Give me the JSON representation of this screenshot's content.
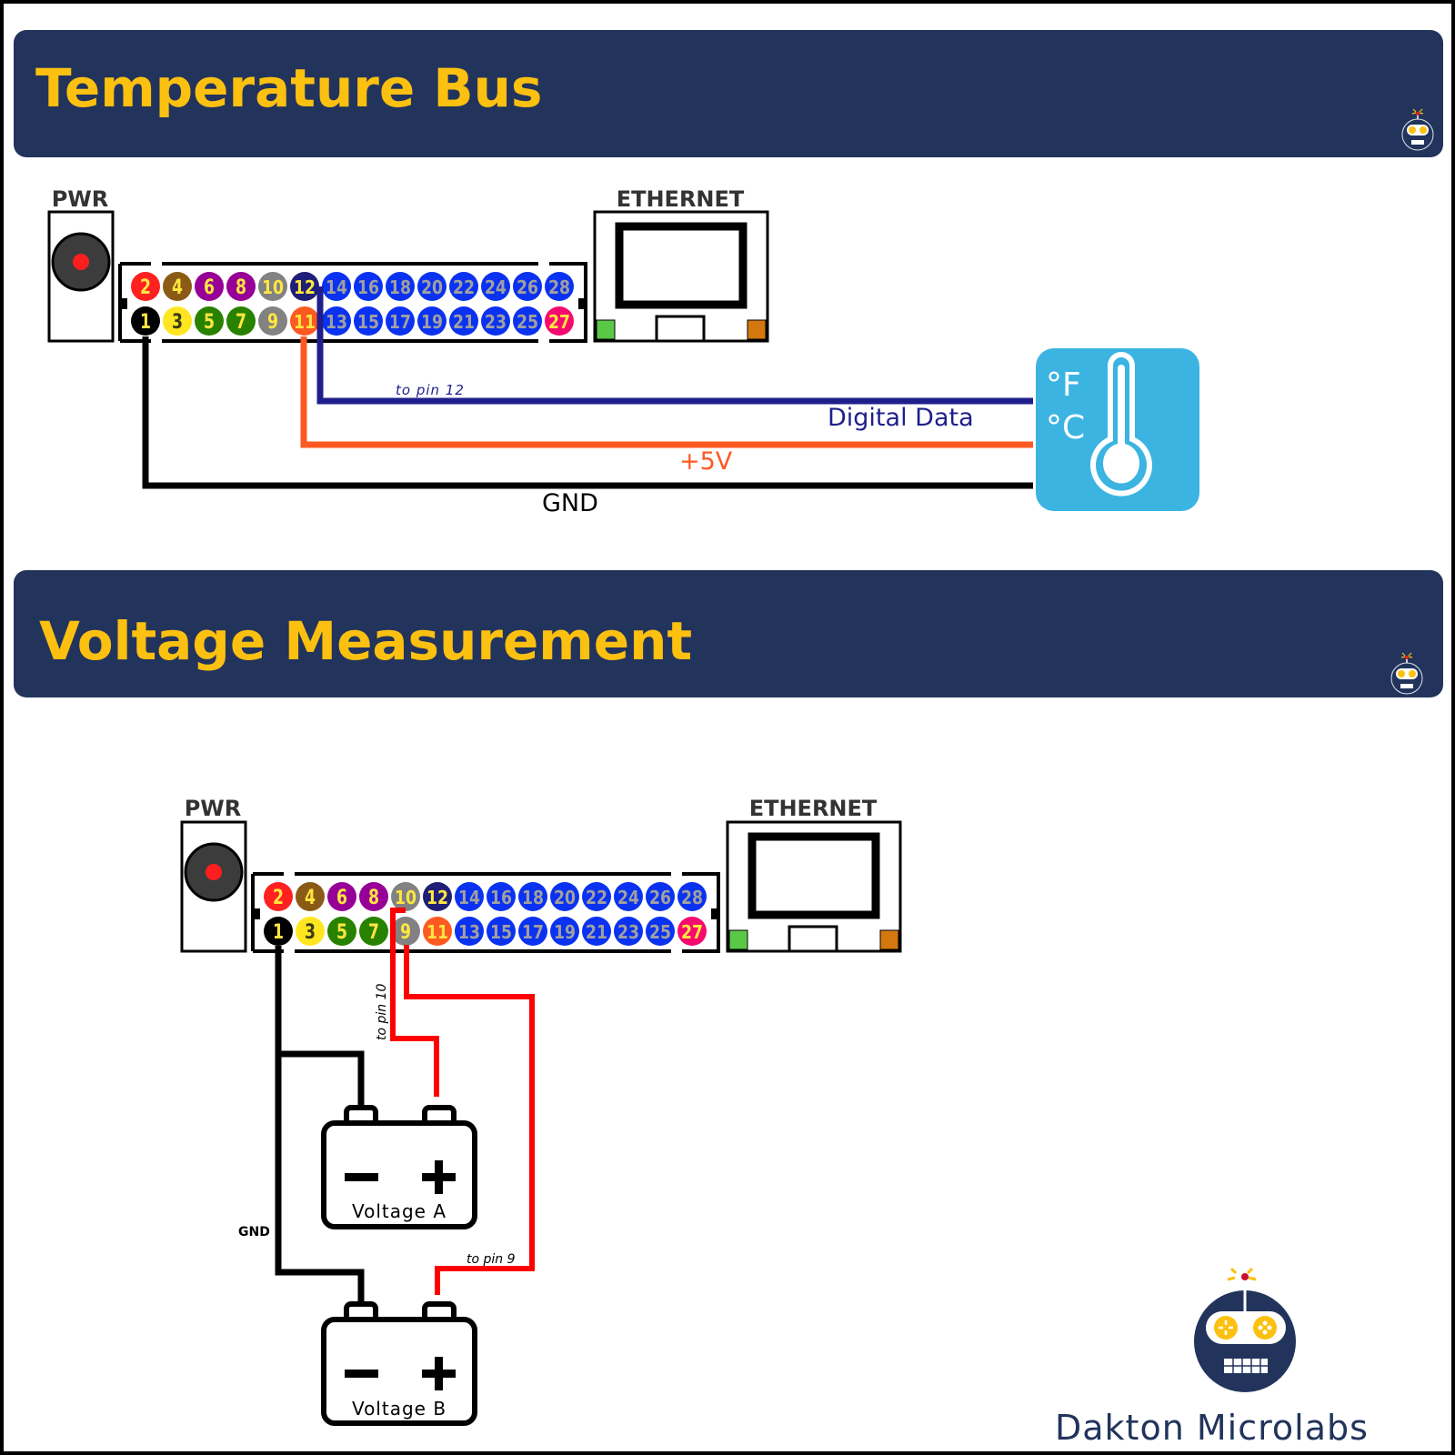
{
  "sections": [
    {
      "title": "Temperature Bus",
      "pwr_label": "PWR",
      "ethernet_label": "ETHERNET",
      "sensor": {
        "name": "temperature-sensor",
        "units": [
          "°F",
          "°C"
        ],
        "color": "#3bb4e2"
      },
      "wires": [
        {
          "label": "Digital Data",
          "pin": 12,
          "note": "to pin 12",
          "color": "#1f1f8c"
        },
        {
          "label": "+5V",
          "pin": 11,
          "color": "#fd5a22"
        },
        {
          "label": "GND",
          "pin": 1,
          "color": "#000000"
        }
      ]
    },
    {
      "title": "Voltage Measurement",
      "pwr_label": "PWR",
      "ethernet_label": "ETHERNET",
      "batteries": [
        {
          "label": "Voltage A",
          "minus": "−",
          "plus": "+"
        },
        {
          "label": "Voltage B",
          "minus": "−",
          "plus": "+"
        }
      ],
      "wires": [
        {
          "label": "to pin 10",
          "pin": 10,
          "color": "#ff0000"
        },
        {
          "label": "to pin 9",
          "pin": 9,
          "color": "#ff0000"
        },
        {
          "label": "GND",
          "pin": 1,
          "color": "#000000"
        }
      ]
    }
  ],
  "header_pins": {
    "top": [
      {
        "n": "2",
        "bg": "#ff2020",
        "fg": "#ffe640"
      },
      {
        "n": "4",
        "bg": "#8b5a14",
        "fg": "#ffe640"
      },
      {
        "n": "6",
        "bg": "#960096",
        "fg": "#ffe640"
      },
      {
        "n": "8",
        "bg": "#960096",
        "fg": "#ffe640"
      },
      {
        "n": "10",
        "bg": "#828282",
        "fg": "#ffe640"
      },
      {
        "n": "12",
        "bg": "#1f1f78",
        "fg": "#ffe640"
      },
      {
        "n": "14",
        "bg": "#0a32f0",
        "fg": "#a0a0a0"
      },
      {
        "n": "16",
        "bg": "#0a32f0",
        "fg": "#a0a0a0"
      },
      {
        "n": "18",
        "bg": "#0a32f0",
        "fg": "#a0a0a0"
      },
      {
        "n": "20",
        "bg": "#0a32f0",
        "fg": "#a0a0a0"
      },
      {
        "n": "22",
        "bg": "#0a32f0",
        "fg": "#a0a0a0"
      },
      {
        "n": "24",
        "bg": "#0a32f0",
        "fg": "#a0a0a0"
      },
      {
        "n": "26",
        "bg": "#0a32f0",
        "fg": "#a0a0a0"
      },
      {
        "n": "28",
        "bg": "#0a32f0",
        "fg": "#a0a0a0"
      }
    ],
    "bottom": [
      {
        "n": "1",
        "bg": "#000000",
        "fg": "#ffe640"
      },
      {
        "n": "3",
        "bg": "#ffe620",
        "fg": "#3c3c14"
      },
      {
        "n": "5",
        "bg": "#288200",
        "fg": "#ffe640"
      },
      {
        "n": "7",
        "bg": "#288200",
        "fg": "#ffe640"
      },
      {
        "n": "9",
        "bg": "#828282",
        "fg": "#ffe640"
      },
      {
        "n": "11",
        "bg": "#fd5a22",
        "fg": "#ffe640"
      },
      {
        "n": "13",
        "bg": "#0a32f0",
        "fg": "#a0a0a0"
      },
      {
        "n": "15",
        "bg": "#0a32f0",
        "fg": "#a0a0a0"
      },
      {
        "n": "17",
        "bg": "#0a32f0",
        "fg": "#a0a0a0"
      },
      {
        "n": "19",
        "bg": "#0a32f0",
        "fg": "#a0a0a0"
      },
      {
        "n": "21",
        "bg": "#0a32f0",
        "fg": "#a0a0a0"
      },
      {
        "n": "23",
        "bg": "#0a32f0",
        "fg": "#a0a0a0"
      },
      {
        "n": "25",
        "bg": "#0a32f0",
        "fg": "#a0a0a0"
      },
      {
        "n": "27",
        "bg": "#f50a6e",
        "fg": "#ffe640"
      }
    ]
  },
  "colors": {
    "banner": "#22345c",
    "title": "#fcc010",
    "ethernet_led_left": "#5ac846",
    "ethernet_led_right": "#d2780f",
    "pwr_jack": "#3c3c3c",
    "pwr_dot": "#ff1e1e"
  },
  "brand": {
    "name": "Dakton Microlabs"
  }
}
